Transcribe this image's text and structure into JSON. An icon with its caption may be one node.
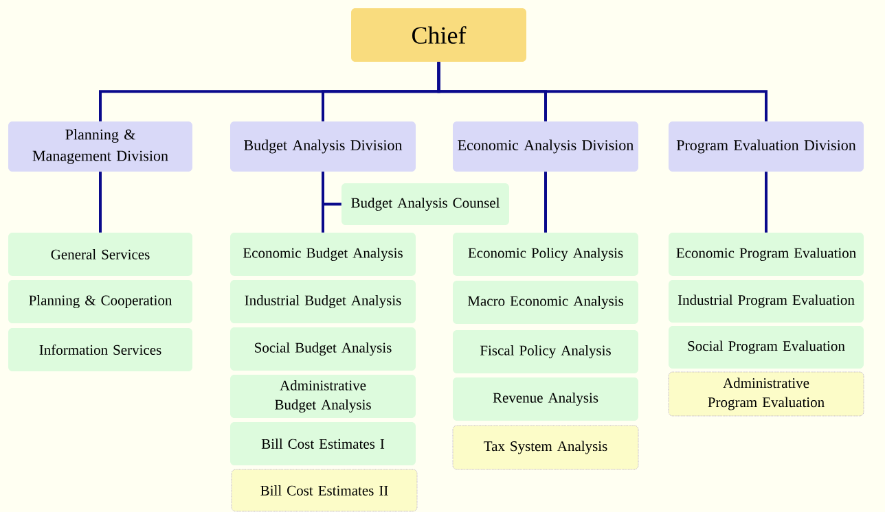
{
  "diagram": {
    "nodes": [
      {
        "text": [
          "Chief"
        ]
      },
      {
        "text": [
          "Planning & Management Division"
        ]
      },
      {
        "text": [
          "Budget Analysis Division"
        ]
      },
      {
        "text": [
          "Economic Analysis Division"
        ]
      },
      {
        "text": [
          "Program Evaluation Division"
        ]
      },
      {
        "text": [
          "Budget Analysis Counsel"
        ]
      },
      {
        "text": [
          "General Services"
        ]
      },
      {
        "text": [
          "Planning & Cooperation"
        ]
      },
      {
        "text": [
          "Information Services"
        ]
      },
      {
        "text": [
          "Economic Budget Analysis"
        ]
      },
      {
        "text": [
          "Industrial Budget Analysis"
        ]
      },
      {
        "text": [
          "Social Budget Analysis"
        ]
      },
      {
        "text": [
          "Administrative Budget Analysis"
        ]
      },
      {
        "text": [
          "Bill Cost Estimates I"
        ]
      },
      {
        "text": [
          "Bill Cost Estimates II"
        ]
      },
      {
        "text": [
          "Economic Policy Analysis"
        ]
      },
      {
        "text": [
          "Macro Economic Analysis"
        ]
      },
      {
        "text": [
          "Fiscal Policy Analysis"
        ]
      },
      {
        "text": [
          "Revenue Analysis"
        ]
      },
      {
        "text": [
          "Tax System Analysis"
        ]
      },
      {
        "text": [
          "Economic Program Evaluation"
        ]
      },
      {
        "text": [
          "Industrial Program Evaluation"
        ]
      },
      {
        "text": [
          "Social Program Evaluation"
        ]
      },
      {
        "text": [
          "Administrative Program Evaluation"
        ]
      }
    ],
    "edges": [
      {
        "from": 0,
        "to": 1,
        "arrow": "none"
      },
      {
        "from": 0,
        "to": 2,
        "arrow": "none"
      },
      {
        "from": 0,
        "to": 3,
        "arrow": "none"
      },
      {
        "from": 0,
        "to": 4,
        "arrow": "none"
      },
      {
        "from": 2,
        "to": 5,
        "arrow": "none"
      },
      {
        "from": 1,
        "to": 6,
        "arrow": "none"
      },
      {
        "from": 2,
        "to": 9,
        "arrow": "none"
      },
      {
        "from": 3,
        "to": 15,
        "arrow": "none"
      },
      {
        "from": 4,
        "to": 20,
        "arrow": "none"
      }
    ]
  }
}
